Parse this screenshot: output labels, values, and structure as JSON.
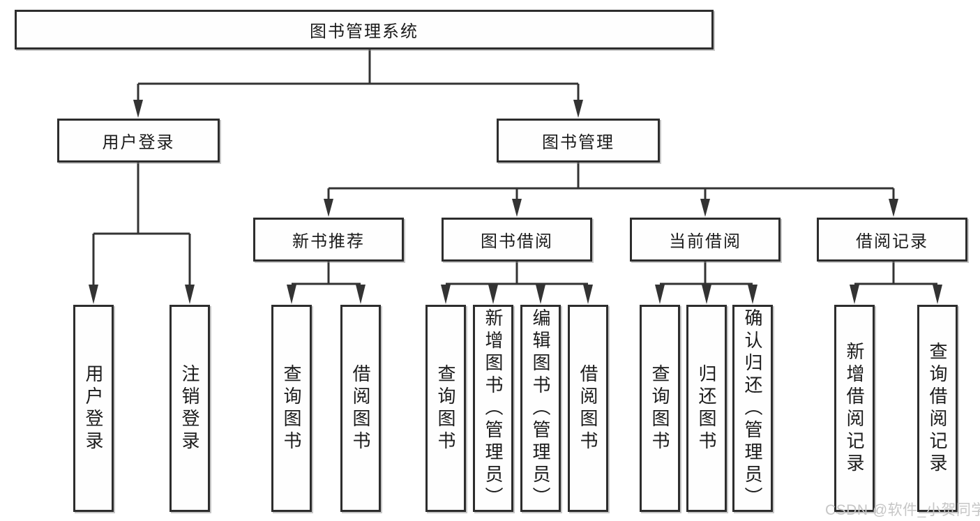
{
  "watermark": {
    "text": "CSDN @软件_小贺同学"
  },
  "nodes": {
    "root": "图书管理系统",
    "user_login": "用户登录",
    "book_mgmt": "图书管理",
    "new_books": "新书推荐",
    "book_borrow": "图书借阅",
    "current_borrow": "当前借阅",
    "borrow_records": "借阅记录",
    "leaves": {
      "user_login": [
        "用户登录",
        "注销登录"
      ],
      "new_books": [
        "查询图书",
        "借阅图书"
      ],
      "book_borrow": [
        "查询图书",
        "新增图书（管理员）",
        "编辑图书（管理员）",
        "借阅图书"
      ],
      "current_borrow": [
        "查询图书",
        "归还图书",
        "确认归还（管理员）"
      ],
      "borrow_records": [
        "新增借阅记录",
        "查询借阅记录"
      ]
    }
  },
  "colors": {
    "line": "#333333",
    "border": "#2d2d2d",
    "text": "#1b1b1b",
    "watermark": "#c6c6c6"
  }
}
